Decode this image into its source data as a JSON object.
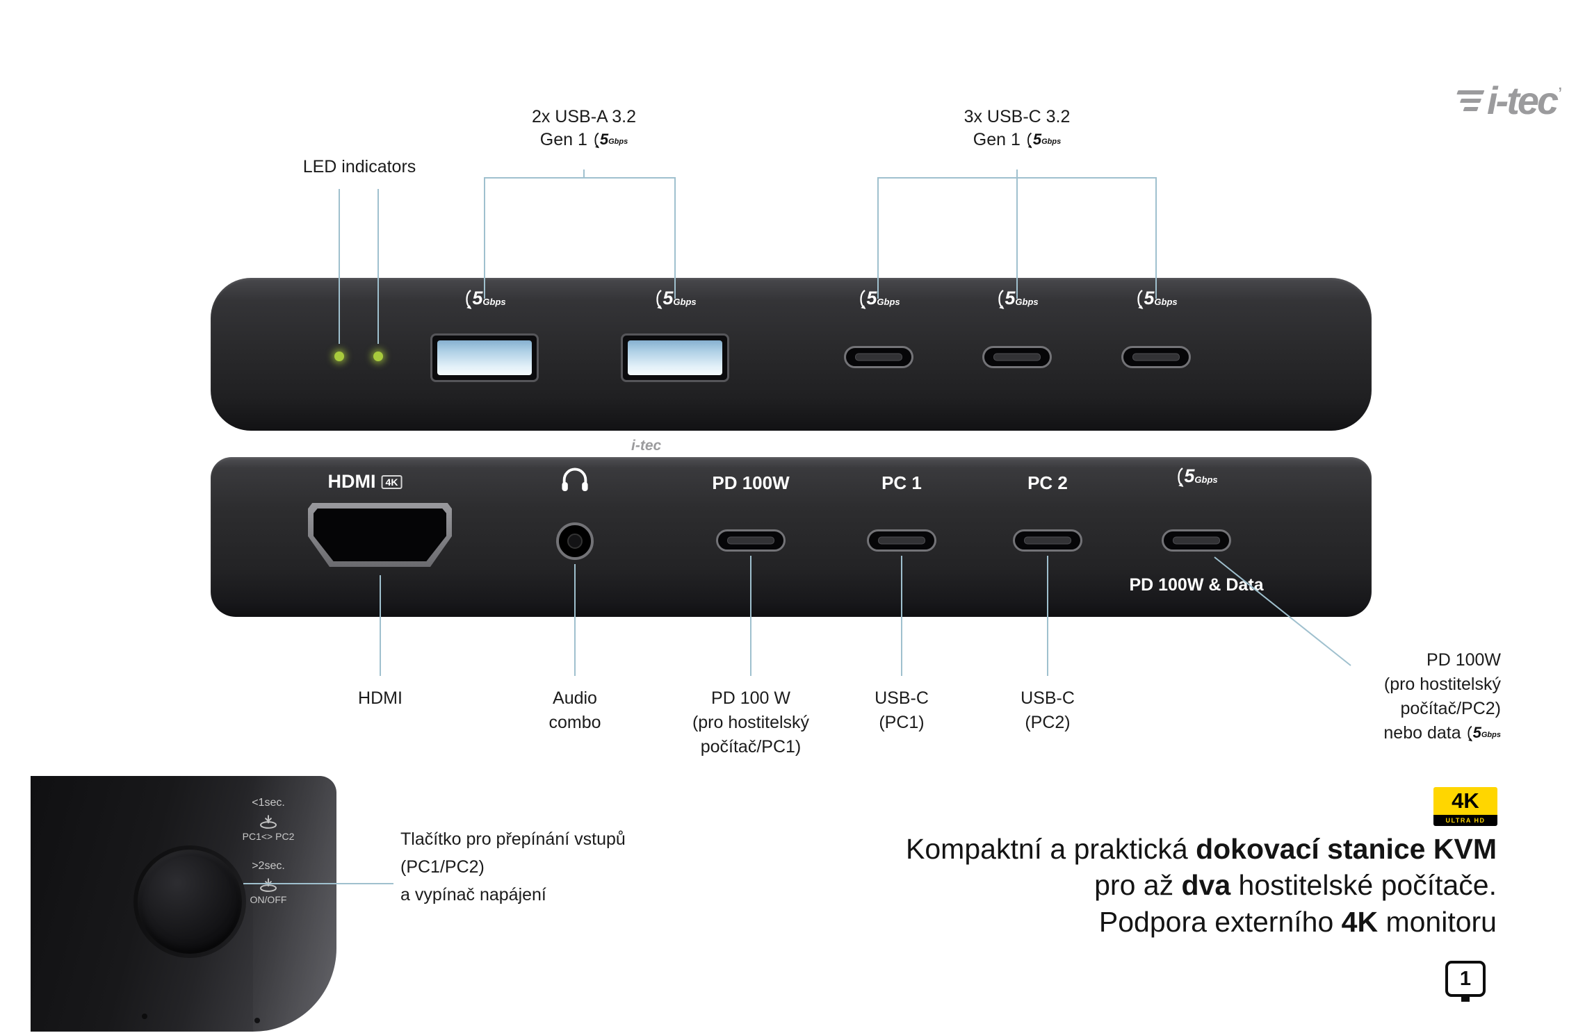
{
  "brand": {
    "name": "i-tec",
    "mark": "’"
  },
  "speed_badge": {
    "number": "5",
    "unit": "Gbps"
  },
  "top_callouts": {
    "led": "LED indicators",
    "usba_line1": "2x USB-A 3.2",
    "usba_gen": "Gen 1",
    "usbc_line1": "3x USB-C 3.2",
    "usbc_gen": "Gen 1"
  },
  "front_panel": {
    "hdmi": "HDMI",
    "hdmi_4k": "4K",
    "pd": "PD 100W",
    "pc1": "PC 1",
    "pc2": "PC 2",
    "pd_data": "PD 100W & Data"
  },
  "captions": {
    "hdmi": "HDMI",
    "audio": "Audio\ncombo",
    "pd": "PD 100 W\n(pro hostitelský\npočítač/PC1)",
    "pc1": "USB-C\n(PC1)",
    "pc2": "USB-C\n(PC2)",
    "pd2_l1": "PD 100W",
    "pd2_l2": "(pro hostitelský",
    "pd2_l3": "počítač/PC2)",
    "pd2_l4": "nebo data"
  },
  "closeup": {
    "short_press": "<1sec.",
    "short_action": "PC1<> PC2",
    "long_press": ">2sec.",
    "long_action": "ON/OFF",
    "caption": "Tlačítko pro přepínání vstupů\n(PC1/PC2)\na vypínač napájení"
  },
  "badge_4k": {
    "big": "4K",
    "small": "ULTRA HD"
  },
  "marketing": {
    "l1a": "Kompaktní a praktická ",
    "l1b": "dokovací stanice KVM",
    "l2a": "pro až ",
    "l2b": "dva",
    "l2c": " hostitelské počítače.",
    "l3a": "Podpora externího ",
    "l3b": "4K",
    "l3c": " monitoru"
  },
  "page_number": "1"
}
